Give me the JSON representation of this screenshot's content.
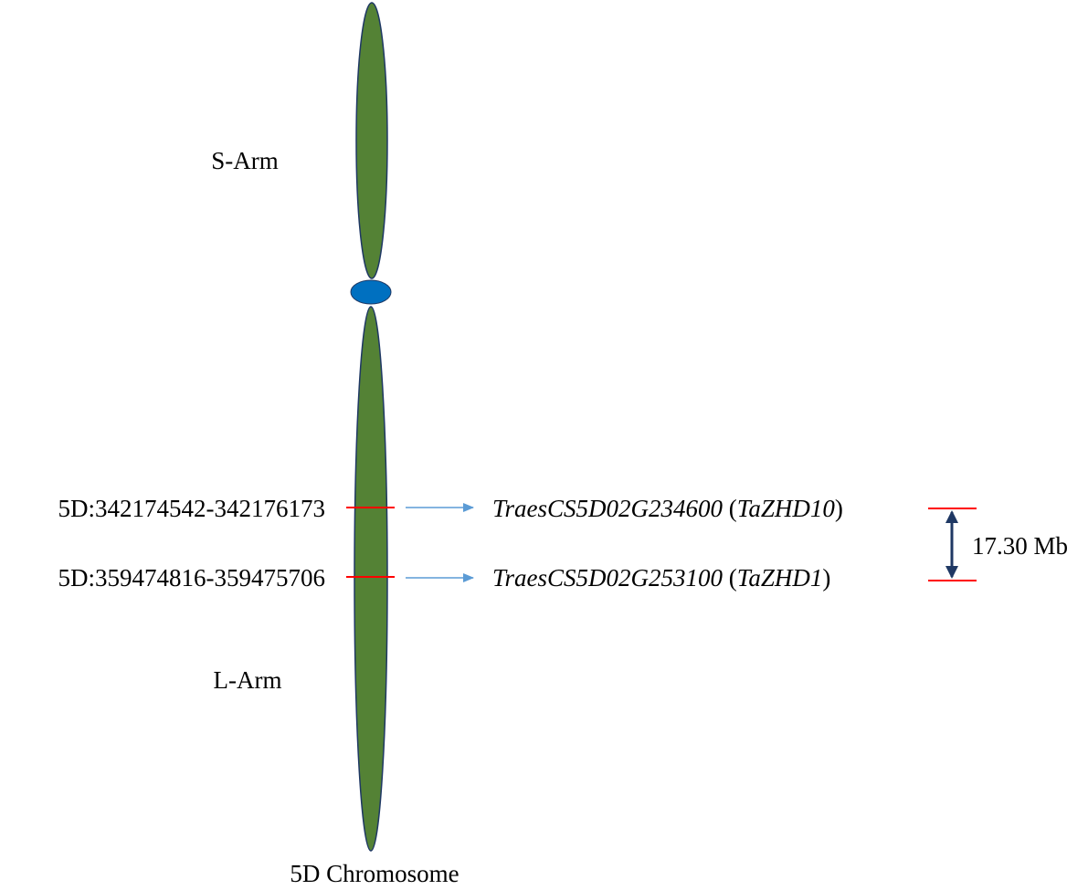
{
  "diagram": {
    "arms": {
      "short_arm_label": "S-Arm",
      "long_arm_label": "L-Arm"
    },
    "chromosome_label": "5D Chromosome",
    "markers": [
      {
        "position": "5D:342174542-342176173",
        "gene_id": "TraesCS5D02G234600",
        "gene_name": "TaZHD10"
      },
      {
        "position": "5D:359474816-359475706",
        "gene_id": "TraesCS5D02G253100",
        "gene_name": "TaZHD1"
      }
    ],
    "distance_label": "17.30 Mb",
    "colors": {
      "chromosome_fill": "#548235",
      "chromosome_stroke": "#1f3864",
      "centromere_fill": "#0070c0",
      "marker_line": "#ff0000",
      "pointer_arrow": "#5b9bd5",
      "distance_arrow": "#1f3864"
    }
  }
}
